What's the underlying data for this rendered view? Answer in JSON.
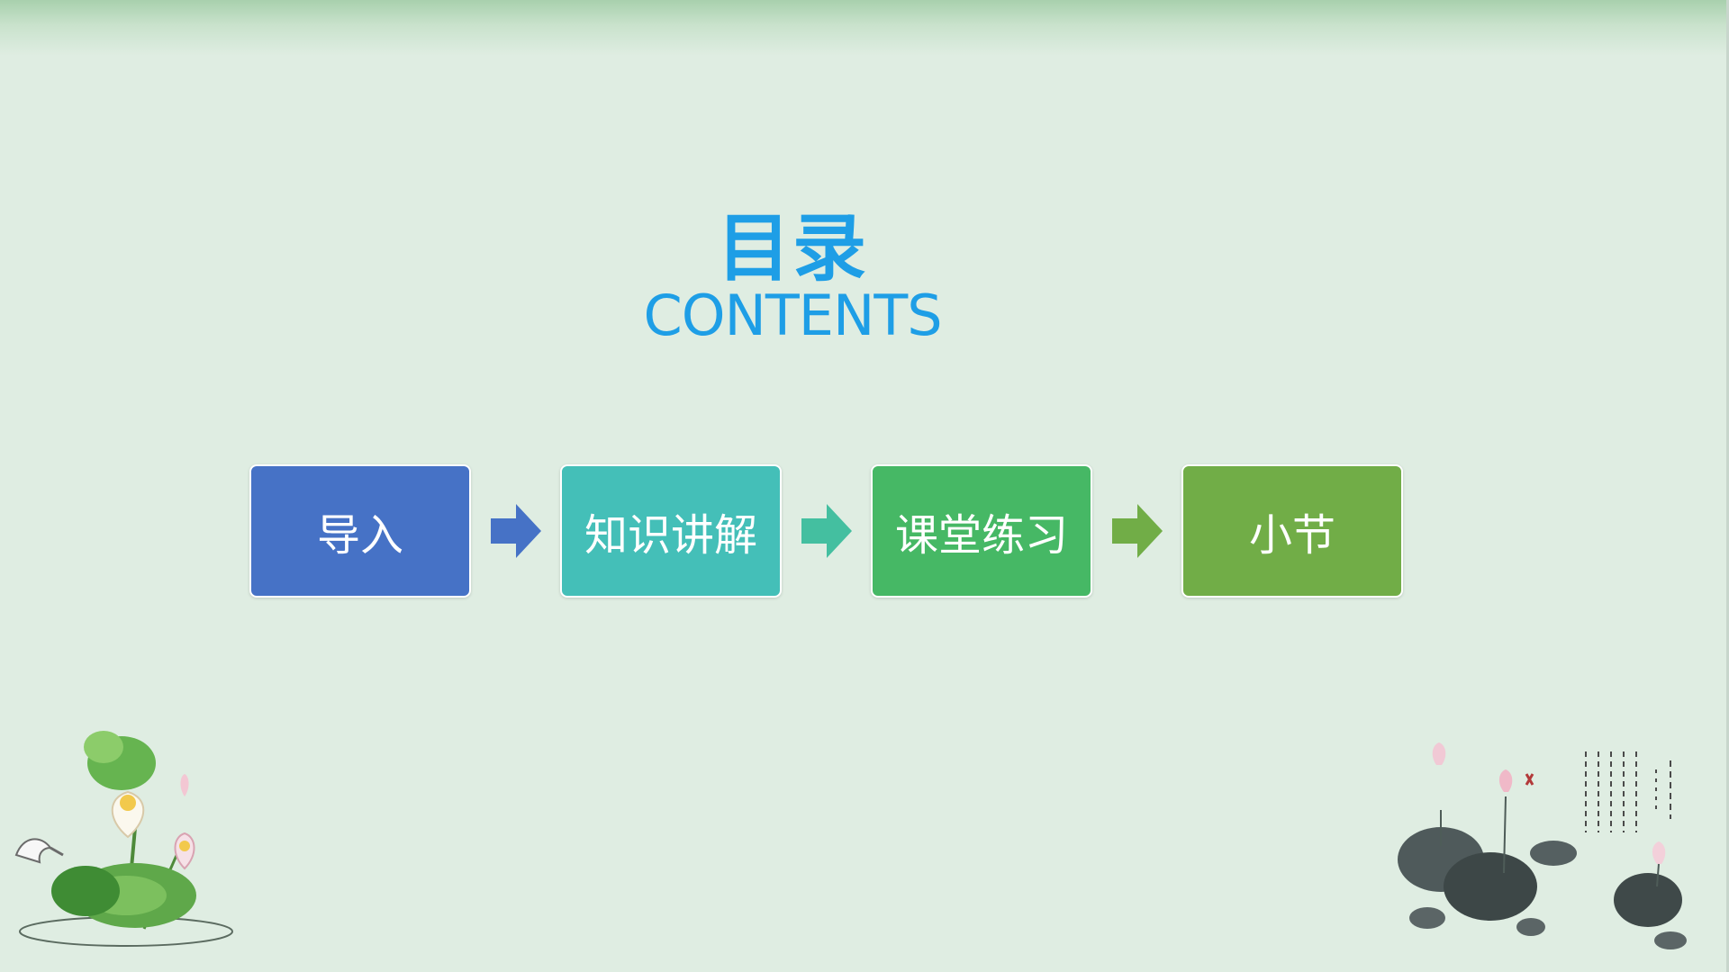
{
  "slide": {
    "title_zh": "目录",
    "title_en": "CONTENTS"
  },
  "steps": [
    {
      "label": "导入",
      "color": "#4672c6"
    },
    {
      "label": "知识讲解",
      "color": "#44bfb8"
    },
    {
      "label": "课堂练习",
      "color": "#46b865"
    },
    {
      "label": "小节",
      "color": "#71ad47"
    }
  ],
  "arrows": [
    {
      "icon": "right-arrow-icon",
      "color": "#4672c6"
    },
    {
      "icon": "right-arrow-icon",
      "color": "#44bfa0"
    },
    {
      "icon": "right-arrow-icon",
      "color": "#71ad47"
    }
  ],
  "decorations": [
    {
      "icon": "lotus-painting-icon"
    },
    {
      "icon": "ink-lotus-painting-icon"
    },
    {
      "icon": "calligraphy-icon"
    }
  ],
  "colors": {
    "background": "#dfede2",
    "title": "#1e9ee6"
  }
}
